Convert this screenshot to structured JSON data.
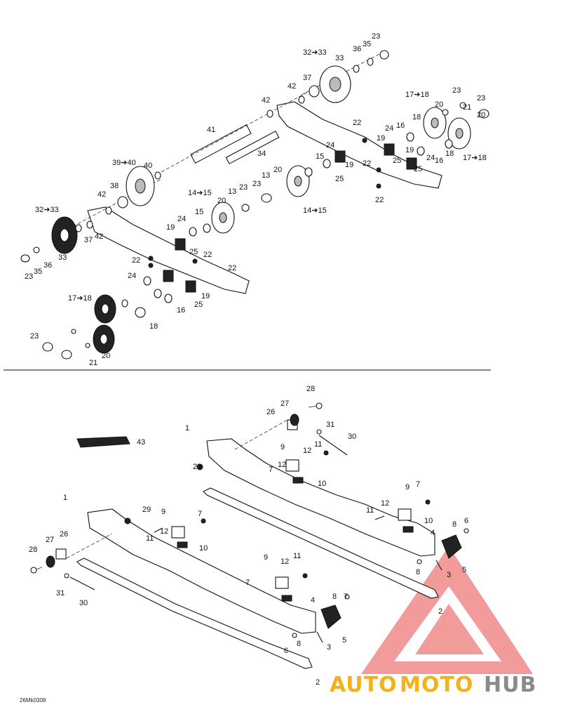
{
  "figure_code": "26Mk0308",
  "watermark": {
    "word_part1": "AUTO",
    "word_part2": "MOTO",
    "word_part3": "HUB",
    "colors": {
      "triangle": "#f08a8a",
      "orange": "#f3b21b",
      "grey": "#8a8a8a"
    }
  },
  "top_labels": {
    "l23a": "23",
    "l32_33a": "32➔33",
    "l33a": "33",
    "l36a": "36",
    "l35a": "35",
    "l37a": "37",
    "l42a": "42",
    "l42b": "42",
    "l17_18a": "17➔18",
    "l23b": "23",
    "l23c": "23",
    "l18a": "18",
    "l20a": "20",
    "l21a": "21",
    "l20b": "20",
    "l17_18b": "17➔18",
    "l41": "41",
    "l34": "34",
    "l22a": "22",
    "l19a": "19",
    "l24a": "24",
    "l16a": "16",
    "l25a": "25",
    "l19b": "19",
    "l24b": "24",
    "l16b": "16",
    "l18b": "18",
    "l22b": "22",
    "l22c": "22",
    "l25b": "25",
    "l24c": "24",
    "l15a": "15",
    "l20c": "20",
    "l13a": "13",
    "l23d": "23",
    "l19c": "19",
    "l25c": "25",
    "l14_15a": "14➔15",
    "l39_40": "39➔40",
    "l40": "40",
    "l38": "38",
    "l42c": "42",
    "l14_15b": "14➔15",
    "l13b": "13",
    "l23e": "23",
    "l20d": "20",
    "l15b": "15",
    "l32_33b": "32➔33",
    "l24d": "24",
    "l37b": "37",
    "l42d": "42",
    "l19d": "19",
    "l33b": "33",
    "l23f": "23",
    "l35b": "35",
    "l36b": "36",
    "l22d": "22",
    "l25d": "25",
    "l22e": "22",
    "l22f": "22",
    "l24e": "24",
    "l19e": "19",
    "l16c": "16",
    "l25e": "25",
    "l17_18c": "17➔18",
    "l18c": "18",
    "l23g": "23",
    "l20e": "20",
    "l21b": "21"
  },
  "bottom_labels": {
    "l28a": "28",
    "l27a": "27",
    "l26a": "26",
    "l31a": "31",
    "l30a": "30",
    "l1a": "1",
    "l9a": "9",
    "l12a": "12",
    "l11a": "11",
    "l29a": "29",
    "l7a": "7",
    "l10a": "10",
    "l12b": "12",
    "l9b": "9",
    "l7b": "7",
    "l11b": "11",
    "l12c": "12",
    "l10b": "10",
    "l4a": "4",
    "l8a": "8",
    "l6a": "6",
    "l5a": "5",
    "l8b": "8",
    "l3a": "3",
    "l2a": "2",
    "l43": "43",
    "l1b": "1",
    "l29b": "29",
    "l9c": "9",
    "l12d": "12",
    "l7c": "7",
    "l10c": "10",
    "l28b": "28",
    "l27b": "27",
    "l26b": "26",
    "l31b": "31",
    "l30b": "30",
    "l11c": "11",
    "l9d": "9",
    "l12e": "12",
    "l11d": "11",
    "l7d": "7",
    "l4b": "4",
    "l8c": "8",
    "l7e": "7",
    "l6b": "6",
    "l8d": "8",
    "l3b": "3",
    "l5b": "5",
    "l2b": "2"
  }
}
